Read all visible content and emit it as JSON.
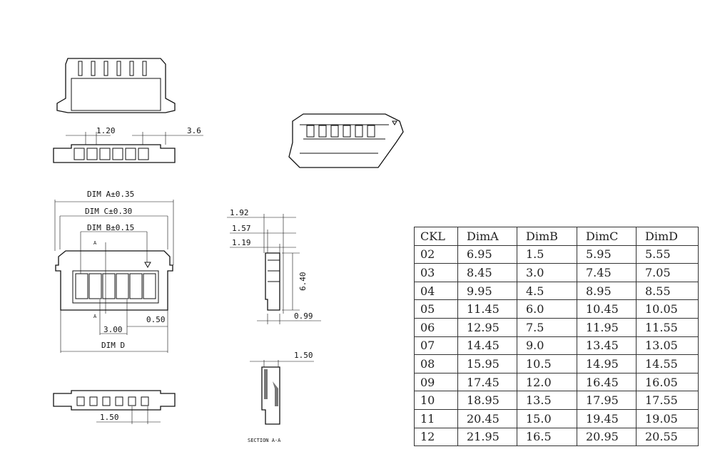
{
  "drawing": {
    "top_dims": {
      "pitch": "1.20",
      "width": "3.6"
    },
    "front_dims": {
      "dim_a": "DIM A±0.35",
      "dim_c": "DIM C±0.30",
      "dim_b": "DIM B±0.15",
      "pitch": "3.00",
      "offset": "0.50",
      "dim_d": "DIM D",
      "section_marker": "A"
    },
    "side_dims": {
      "d1": "1.92",
      "d2": "1.57",
      "d3": "1.19",
      "height": "6.40",
      "base": "0.99"
    },
    "section_dims": {
      "width": "1.50",
      "label": "SECTION A-A"
    },
    "bottom_dims": {
      "pitch": "1.50"
    }
  },
  "table": {
    "headers": [
      "CKL",
      "DimA",
      "DimB",
      "DimC",
      "DimD"
    ],
    "rows": [
      [
        "02",
        "6.95",
        "1.5",
        "5.95",
        "5.55"
      ],
      [
        "03",
        "8.45",
        "3.0",
        "7.45",
        "7.05"
      ],
      [
        "04",
        "9.95",
        "4.5",
        "8.95",
        "8.55"
      ],
      [
        "05",
        "11.45",
        "6.0",
        "10.45",
        "10.05"
      ],
      [
        "06",
        "12.95",
        "7.5",
        "11.95",
        "11.55"
      ],
      [
        "07",
        "14.45",
        "9.0",
        "13.45",
        "13.05"
      ],
      [
        "08",
        "15.95",
        "10.5",
        "14.95",
        "14.55"
      ],
      [
        "09",
        "17.45",
        "12.0",
        "16.45",
        "16.05"
      ],
      [
        "10",
        "18.95",
        "13.5",
        "17.95",
        "17.55"
      ],
      [
        "11",
        "20.45",
        "15.0",
        "19.45",
        "19.05"
      ],
      [
        "12",
        "21.95",
        "16.5",
        "20.95",
        "20.55"
      ]
    ]
  }
}
